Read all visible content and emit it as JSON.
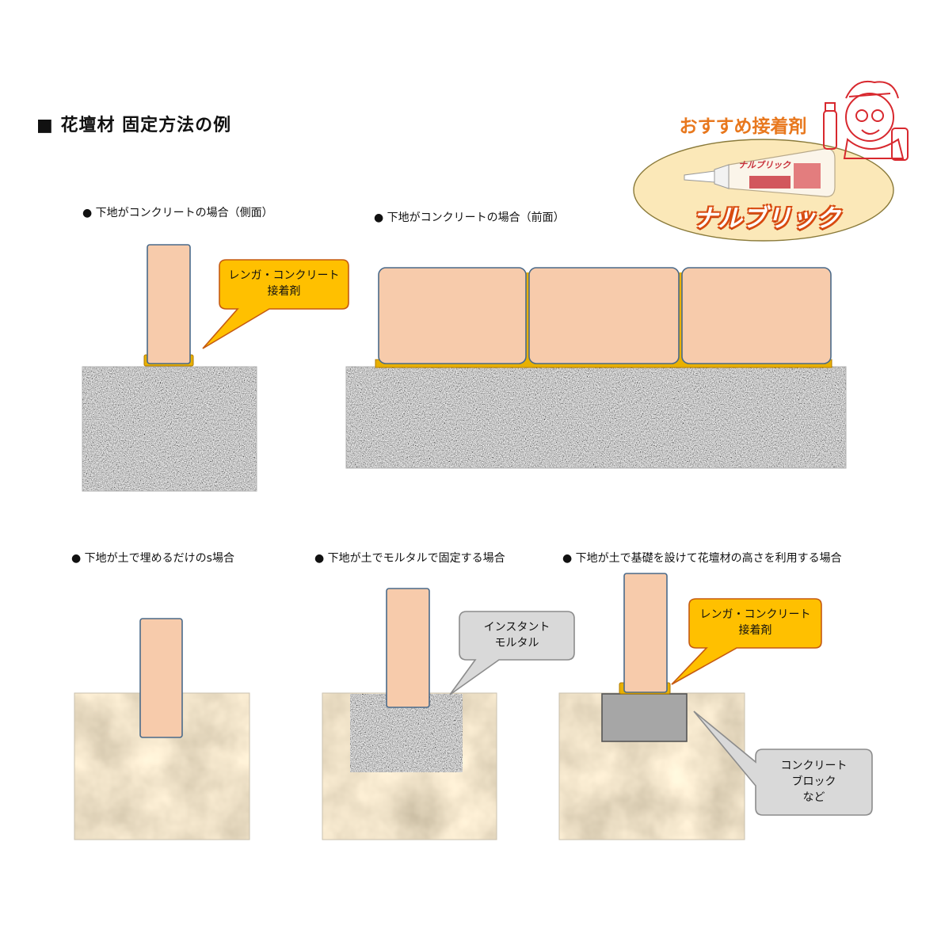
{
  "title": "■ 花壇材 固定方法の例",
  "captions": {
    "concrete_side": "● 下地がコンクリートの場合（側面）",
    "concrete_front": "● 下地がコンクリートの場合（前面）",
    "soil_bury": "● 下地が土で埋めるだけのs場合",
    "soil_mortar": "● 下地が土でモルタルで固定する場合",
    "soil_foundation": "● 下地が土で基礎を設けて花壇材の高さを利用する場合"
  },
  "callouts": {
    "adhesive_1": [
      "レンガ・コンクリート",
      "接着剤"
    ],
    "mortar": [
      "インスタント",
      "モルタル"
    ],
    "adhesive_2": [
      "レンガ・コンクリート",
      "接着剤"
    ],
    "block": [
      "コンクリート",
      "ブロック",
      "など"
    ]
  },
  "promo": {
    "heading": "おすすめ接着剤",
    "product": "ナルブリック",
    "tube_label": "ナルブリック"
  },
  "colors": {
    "brick": "#f7cbab",
    "brick_border": "#4a6a8a",
    "adhesive": "#e8b000",
    "orange_callout": "#ffc000",
    "orange_callout_border": "#c55a11",
    "gray_callout": "#d9d9d9",
    "gray_callout_border": "#8c8c8c",
    "block": "#a6a6a6",
    "soil": "#eedbb5",
    "promo_ellipse": "#fbe8b8"
  }
}
